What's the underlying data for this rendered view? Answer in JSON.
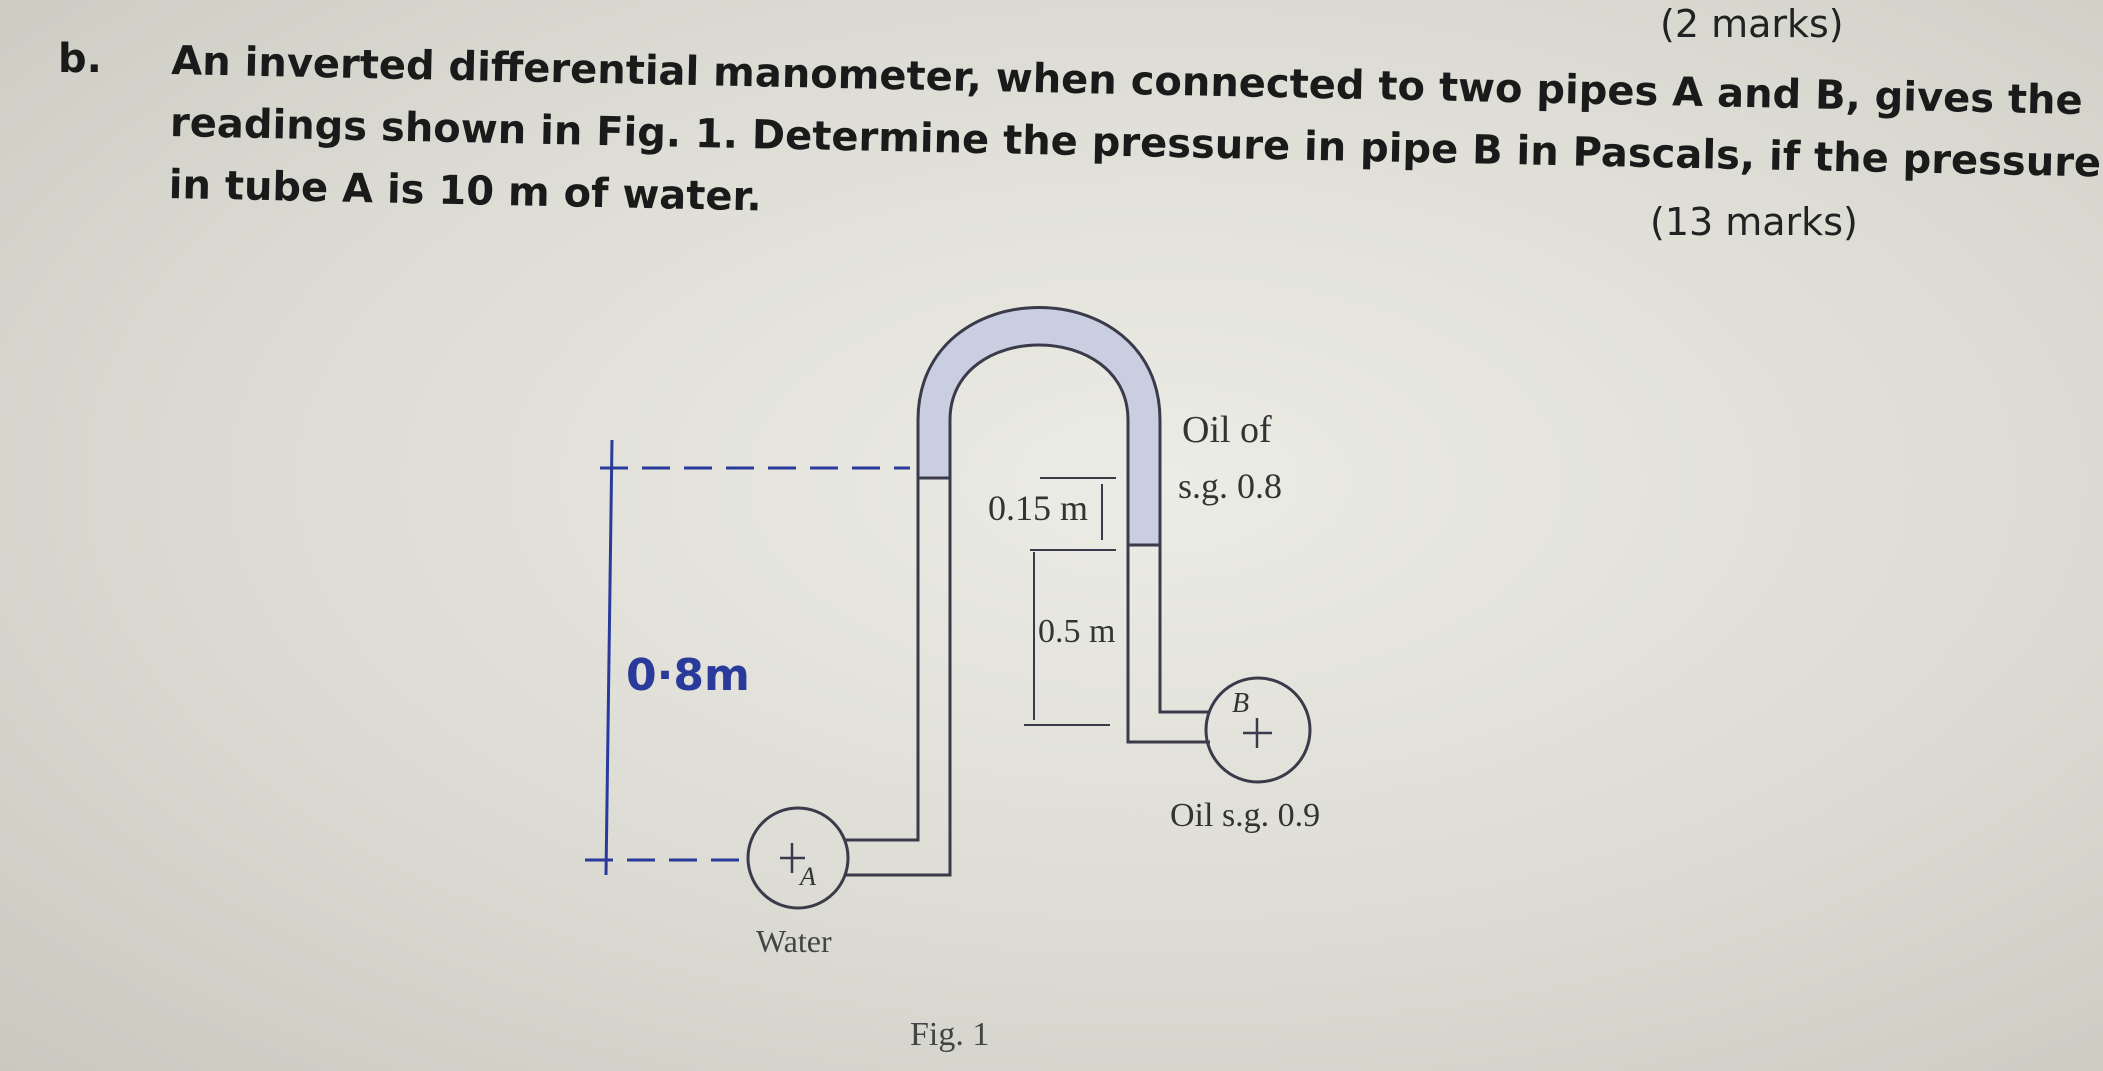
{
  "question": {
    "marks_top": "(2 marks)",
    "label": "b.",
    "lines": [
      "An inverted differential manometer, when connected to two pipes A and B, gives the",
      "readings shown in Fig. 1. Determine the pressure in pipe B in Pascals, if the pressure",
      "in tube A is 10 m of water."
    ],
    "marks": "(13 marks)"
  },
  "figure": {
    "oil_top_label_1": "Oil of",
    "oil_top_label_2": "s.g. 0.8",
    "dim_015": "0.15 m",
    "dim_05": "0.5 m",
    "dim_08_handwritten": "0·8m",
    "pipe_b_label": "B",
    "pipe_a_label": "A",
    "oil_b_label": "Oil s.g. 0.9",
    "water_label": "Water",
    "caption": "Fig. 1"
  },
  "colors": {
    "tube_fill": "#c9cfe0",
    "ink": "#3a3a4a",
    "blue_ink": "#2a3a9a"
  }
}
